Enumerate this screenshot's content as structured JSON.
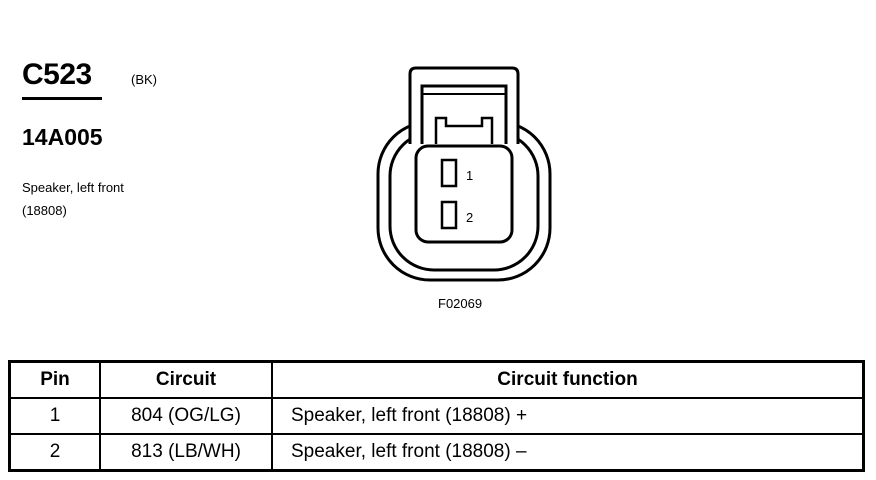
{
  "connector": {
    "id": "C523",
    "color": "(BK)",
    "part_number": "14A005",
    "description_line1": "Speaker, left front",
    "description_line2": "(18808)"
  },
  "figure": {
    "id": "F02069",
    "pin_label_1": "1",
    "pin_label_2": "2"
  },
  "table": {
    "headers": [
      "Pin",
      "Circuit",
      "Circuit function"
    ],
    "rows": [
      {
        "pin": "1",
        "circuit": "804 (OG/LG)",
        "function": "Speaker, left front (18808) +"
      },
      {
        "pin": "2",
        "circuit": "813 (LB/WH)",
        "function": "Speaker, left front (18808) –"
      }
    ]
  }
}
